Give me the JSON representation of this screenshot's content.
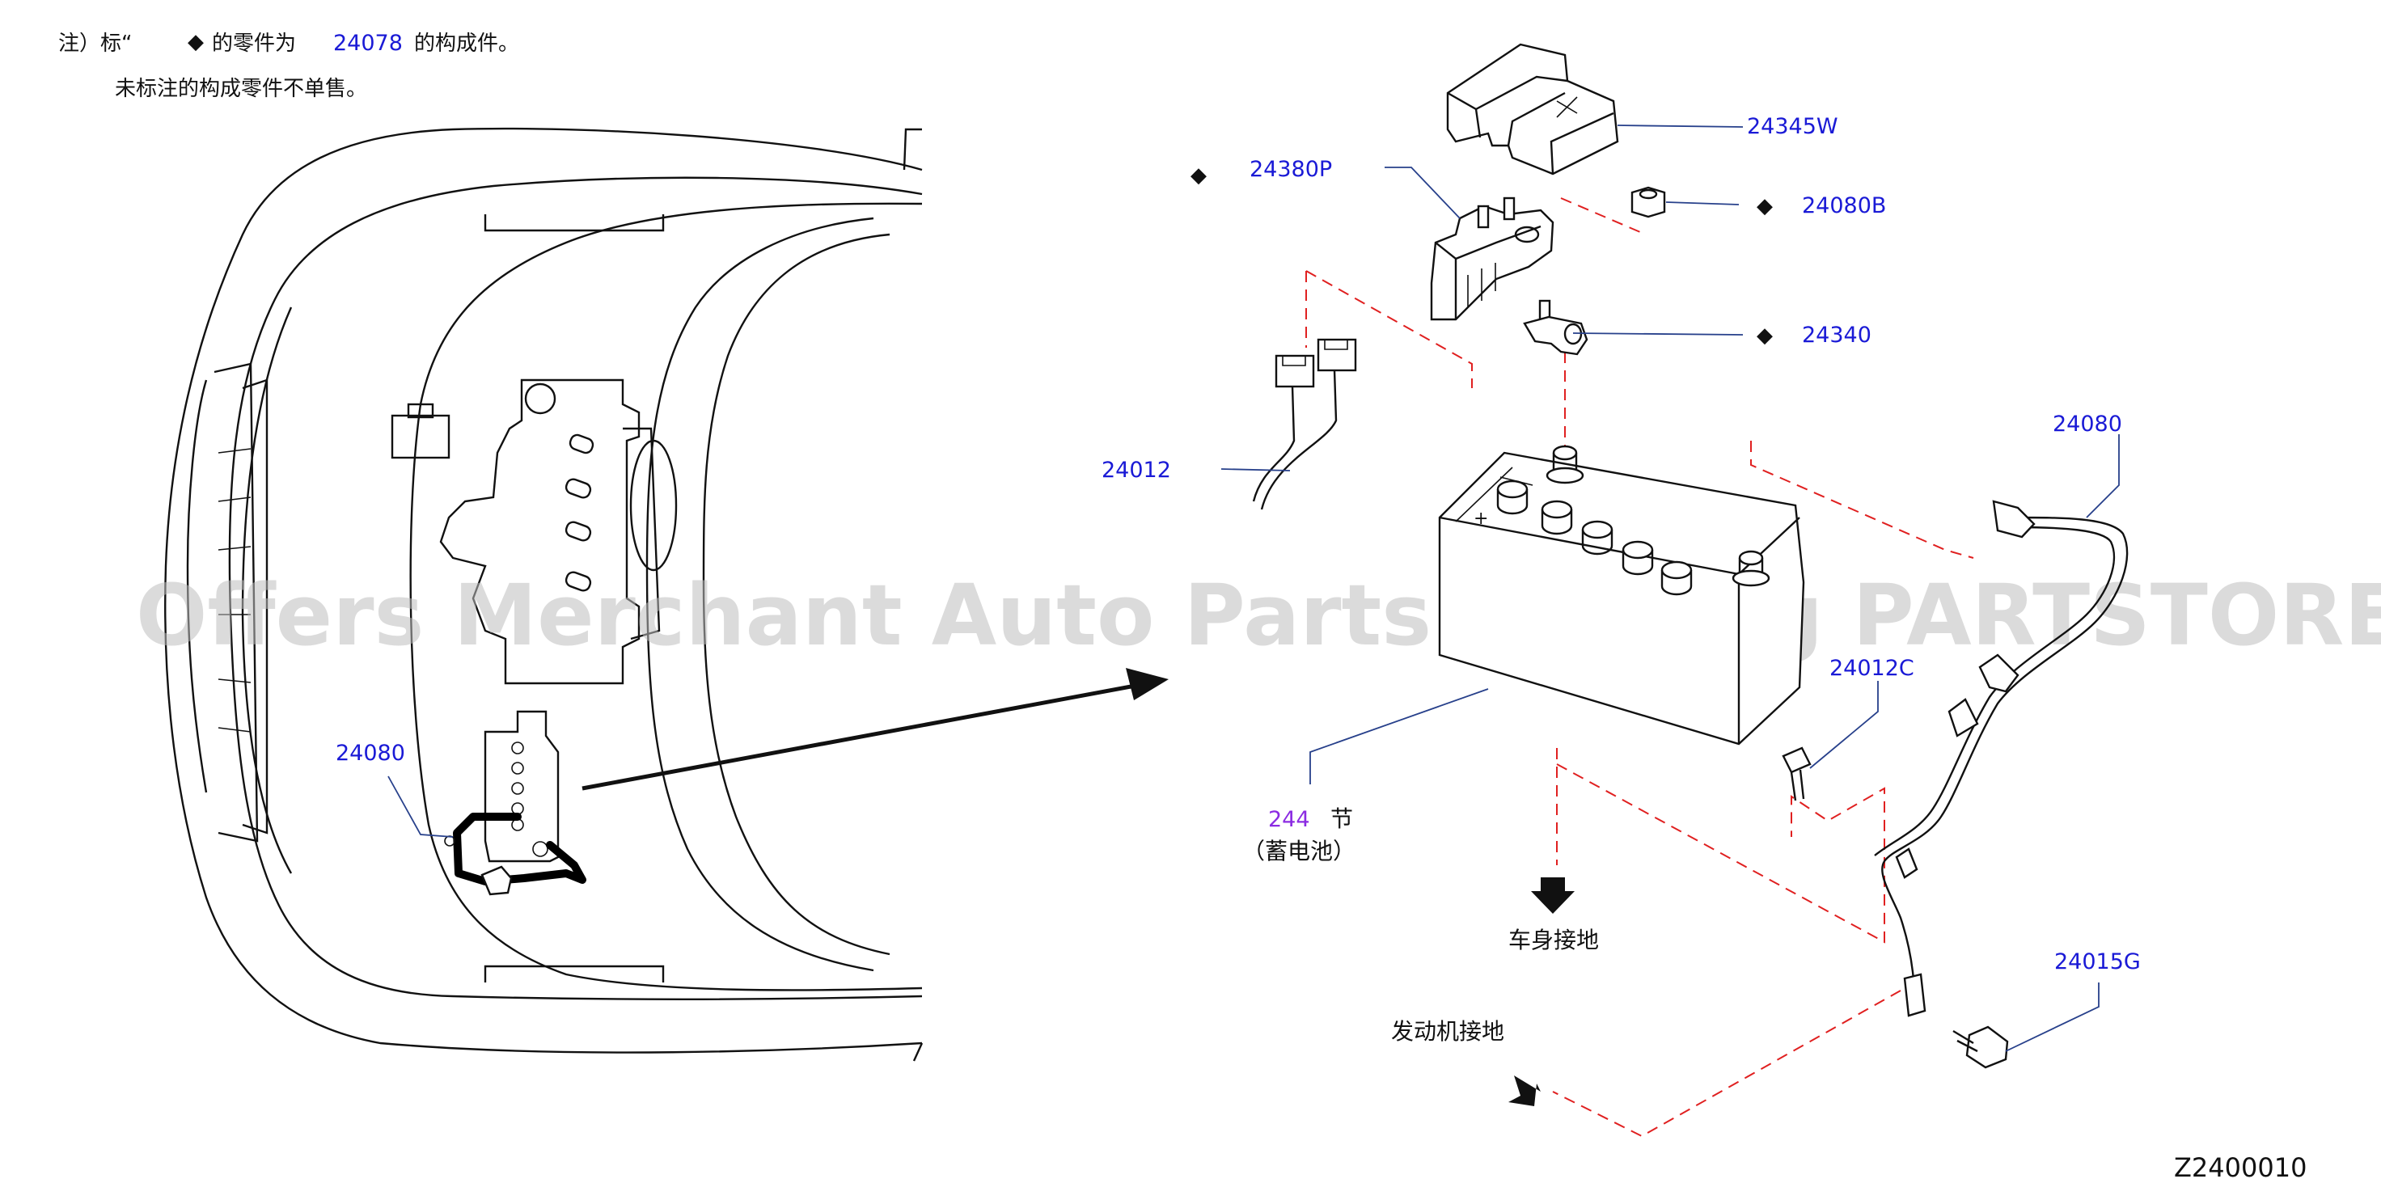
{
  "notes": {
    "line1_prefix": "注）标“",
    "diamond": "◆",
    "line1_middle": "的零件为",
    "line1_part": "24078",
    "line1_suffix": "的构成件。",
    "line2": "未标注的构成零件不单售。"
  },
  "watermark": "Offers Merchant Auto Parts Catalog PARTSTORE.SA",
  "diagram_code": "Z2400010",
  "overview": {
    "callout": "24080"
  },
  "callouts": {
    "p24345W": "24345W",
    "p24380P": "24380P",
    "p24080B": "24080B",
    "p24340": "24340",
    "p24012": "24012",
    "p24080": "24080",
    "p24012C": "24012C",
    "p24015G": "24015G"
  },
  "diamond_marked": [
    "24380P",
    "24080B",
    "24340"
  ],
  "battery_section": {
    "number": "244",
    "unit": "节",
    "name": "（蓄电池）"
  },
  "ground_labels": {
    "body": "车身接地",
    "engine": "发动机接地"
  },
  "colors": {
    "part_number": "#1a1ad6",
    "section_ref": "#8b2be2",
    "dashed_guide": "#e02020",
    "leader": "#27408b",
    "watermark": "#bdbdbd"
  }
}
